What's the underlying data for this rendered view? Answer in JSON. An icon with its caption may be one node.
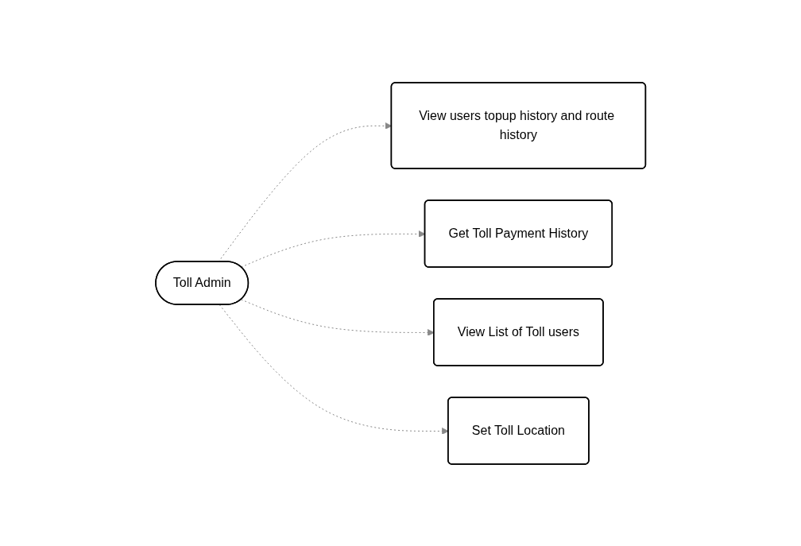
{
  "diagram": {
    "nodes": [
      {
        "text": [
          "Toll Admin"
        ]
      },
      {
        "text": [
          "View users topup history and route history"
        ]
      },
      {
        "text": [
          "Get Toll Payment History"
        ]
      },
      {
        "text": [
          "View List of Toll users"
        ]
      },
      {
        "text": [
          "Set Toll Location"
        ]
      }
    ],
    "edges": [
      {
        "from": 0,
        "to": 1,
        "arrow": "to",
        "style": "dashed"
      },
      {
        "from": 0,
        "to": 2,
        "arrow": "to",
        "style": "dashed"
      },
      {
        "from": 0,
        "to": 3,
        "arrow": "to",
        "style": "dashed"
      },
      {
        "from": 0,
        "to": 4,
        "arrow": "to",
        "style": "dashed"
      }
    ]
  }
}
